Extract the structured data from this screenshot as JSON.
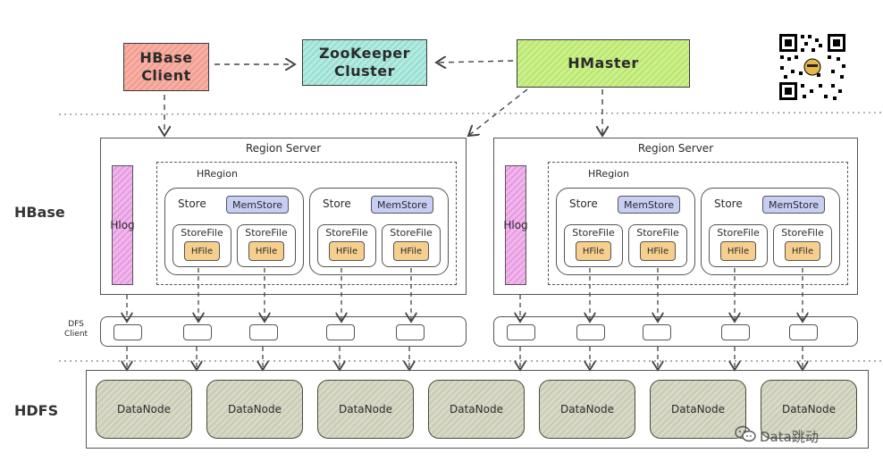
{
  "top": {
    "client": {
      "line1": "HBase",
      "line2": "Client"
    },
    "zookeeper": {
      "line1": "ZooKeeper",
      "line2": "Cluster"
    },
    "hmaster": "HMaster"
  },
  "side_labels": {
    "hbase": "HBase",
    "dfs_line1": "DFS",
    "dfs_line2": "Client",
    "hdfs": "HDFS"
  },
  "region_servers": [
    {
      "title": "Region Server",
      "hlog": "Hlog",
      "hregion": "HRegion",
      "stores": [
        {
          "label": "Store",
          "memstore": "MemStore",
          "storefiles": [
            {
              "label": "StoreFile",
              "hfile": "HFile"
            },
            {
              "label": "StoreFile",
              "hfile": "HFile"
            }
          ]
        },
        {
          "label": "Store",
          "memstore": "MemStore",
          "storefiles": [
            {
              "label": "StoreFile",
              "hfile": "HFile"
            },
            {
              "label": "StoreFile",
              "hfile": "HFile"
            }
          ]
        }
      ]
    },
    {
      "title": "Region Server",
      "hlog": "Hlog",
      "hregion": "HRegion",
      "stores": [
        {
          "label": "Store",
          "memstore": "MemStore",
          "storefiles": [
            {
              "label": "StoreFile",
              "hfile": "HFile"
            },
            {
              "label": "StoreFile",
              "hfile": "HFile"
            }
          ]
        },
        {
          "label": "Store",
          "memstore": "MemStore",
          "storefiles": [
            {
              "label": "StoreFile",
              "hfile": "HFile"
            },
            {
              "label": "StoreFile",
              "hfile": "HFile"
            }
          ]
        }
      ]
    }
  ],
  "datanodes": [
    "DataNode",
    "DataNode",
    "DataNode",
    "DataNode",
    "DataNode",
    "DataNode",
    "DataNode"
  ],
  "watermark": "Data跳动",
  "colors": {
    "client": "#f29a8c",
    "zookeeper": "#95ddd0",
    "hmaster": "#b7e66b",
    "hlog": "#e49ae0",
    "memstore": "#c7cdf3",
    "hfile": "#f6cf8e",
    "datanode": "#c9cab4"
  },
  "icons": {
    "qr": "qr-code-icon",
    "wechat": "wechat-icon"
  }
}
